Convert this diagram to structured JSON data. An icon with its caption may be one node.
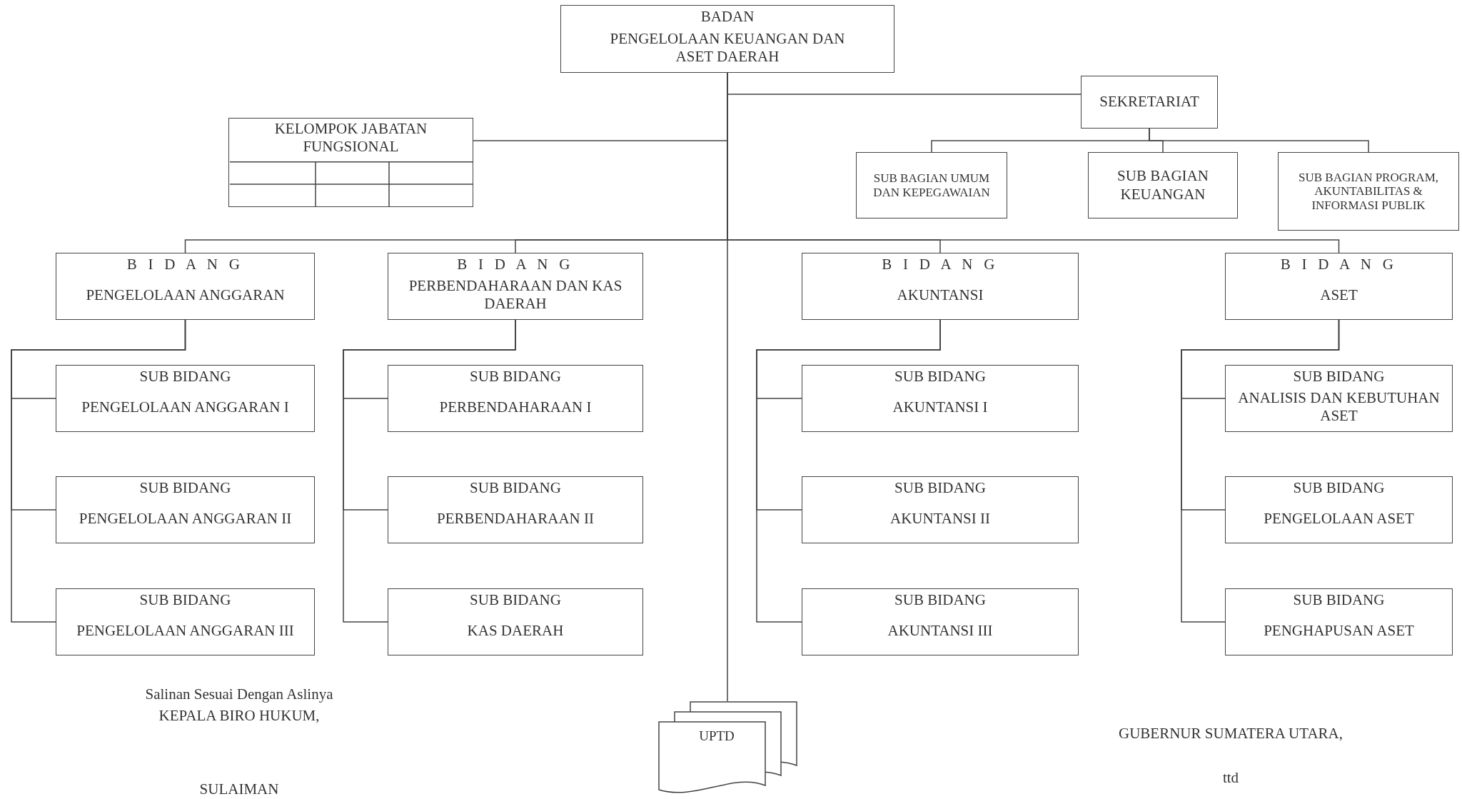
{
  "diagram": {
    "nodes": [
      {
        "text": [
          "BADAN",
          "PENGELOLAAN KEUANGAN DAN ASET DAERAH"
        ]
      },
      {
        "text": [
          "SEKRETARIAT"
        ]
      },
      {
        "text": [
          "KELOMPOK JABATAN FUNGSIONAL"
        ]
      },
      {
        "text": [
          "SUB BAGIAN UMUM DAN KEPEGAWAIAN"
        ]
      },
      {
        "text": [
          "SUB BAGIAN KEUANGAN"
        ]
      },
      {
        "text": [
          "SUB BAGIAN PROGRAM, AKUNTABILITAS & INFORMASI PUBLIK"
        ]
      },
      {
        "text": [
          "B I D A N G",
          "PENGELOLAAN ANGGARAN"
        ]
      },
      {
        "text": [
          "B I D A N G",
          "PERBENDAHARAAN DAN KAS DAERAH"
        ]
      },
      {
        "text": [
          "B I D A N G",
          "AKUNTANSI"
        ]
      },
      {
        "text": [
          "B I D A N G",
          "ASET"
        ]
      },
      {
        "text": [
          "SUB BIDANG",
          "PENGELOLAAN ANGGARAN I"
        ]
      },
      {
        "text": [
          "SUB BIDANG",
          "PERBENDAHARAAN I"
        ]
      },
      {
        "text": [
          "SUB BIDANG",
          "AKUNTANSI I"
        ]
      },
      {
        "text": [
          "SUB BIDANG",
          "ANALISIS DAN KEBUTUHAN ASET"
        ]
      },
      {
        "text": [
          "SUB BIDANG",
          "PENGELOLAAN ANGGARAN II"
        ]
      },
      {
        "text": [
          "SUB BIDANG",
          "PERBENDAHARAAN II"
        ]
      },
      {
        "text": [
          "SUB BIDANG",
          "AKUNTANSI II"
        ]
      },
      {
        "text": [
          "SUB BIDANG",
          "PENGELOLAAN ASET"
        ]
      },
      {
        "text": [
          "SUB BIDANG",
          "PENGELOLAAN ANGGARAN III"
        ]
      },
      {
        "text": [
          "SUB BIDANG",
          "KAS DAERAH"
        ]
      },
      {
        "text": [
          "SUB BIDANG",
          "AKUNTANSI III"
        ]
      },
      {
        "text": [
          "SUB BIDANG",
          "PENGHAPUSAN ASET"
        ]
      },
      {
        "text": [
          "UPTD"
        ]
      }
    ],
    "edges": [
      {
        "from": 0,
        "to": 1,
        "arrow": "none"
      },
      {
        "from": 0,
        "to": 2,
        "arrow": "none"
      },
      {
        "from": 1,
        "to": 3,
        "arrow": "none"
      },
      {
        "from": 1,
        "to": 4,
        "arrow": "none"
      },
      {
        "from": 1,
        "to": 5,
        "arrow": "none"
      },
      {
        "from": 0,
        "to": 6,
        "arrow": "none"
      },
      {
        "from": 0,
        "to": 7,
        "arrow": "none"
      },
      {
        "from": 0,
        "to": 8,
        "arrow": "none"
      },
      {
        "from": 0,
        "to": 9,
        "arrow": "none"
      },
      {
        "from": 6,
        "to": 10,
        "arrow": "none"
      },
      {
        "from": 6,
        "to": 14,
        "arrow": "none"
      },
      {
        "from": 6,
        "to": 18,
        "arrow": "none"
      },
      {
        "from": 7,
        "to": 11,
        "arrow": "none"
      },
      {
        "from": 7,
        "to": 15,
        "arrow": "none"
      },
      {
        "from": 7,
        "to": 19,
        "arrow": "none"
      },
      {
        "from": 8,
        "to": 12,
        "arrow": "none"
      },
      {
        "from": 8,
        "to": 16,
        "arrow": "none"
      },
      {
        "from": 8,
        "to": 20,
        "arrow": "none"
      },
      {
        "from": 9,
        "to": 13,
        "arrow": "none"
      },
      {
        "from": 9,
        "to": 17,
        "arrow": "none"
      },
      {
        "from": 9,
        "to": 21,
        "arrow": "none"
      },
      {
        "from": 0,
        "to": 22,
        "arrow": "none"
      }
    ],
    "labels": [
      "Salinan Sesuai Dengan Aslinya",
      "KEPALA BIRO HUKUM,",
      "GUBERNUR SUMATERA UTARA,",
      "ttd",
      "SULAIMAN"
    ]
  }
}
